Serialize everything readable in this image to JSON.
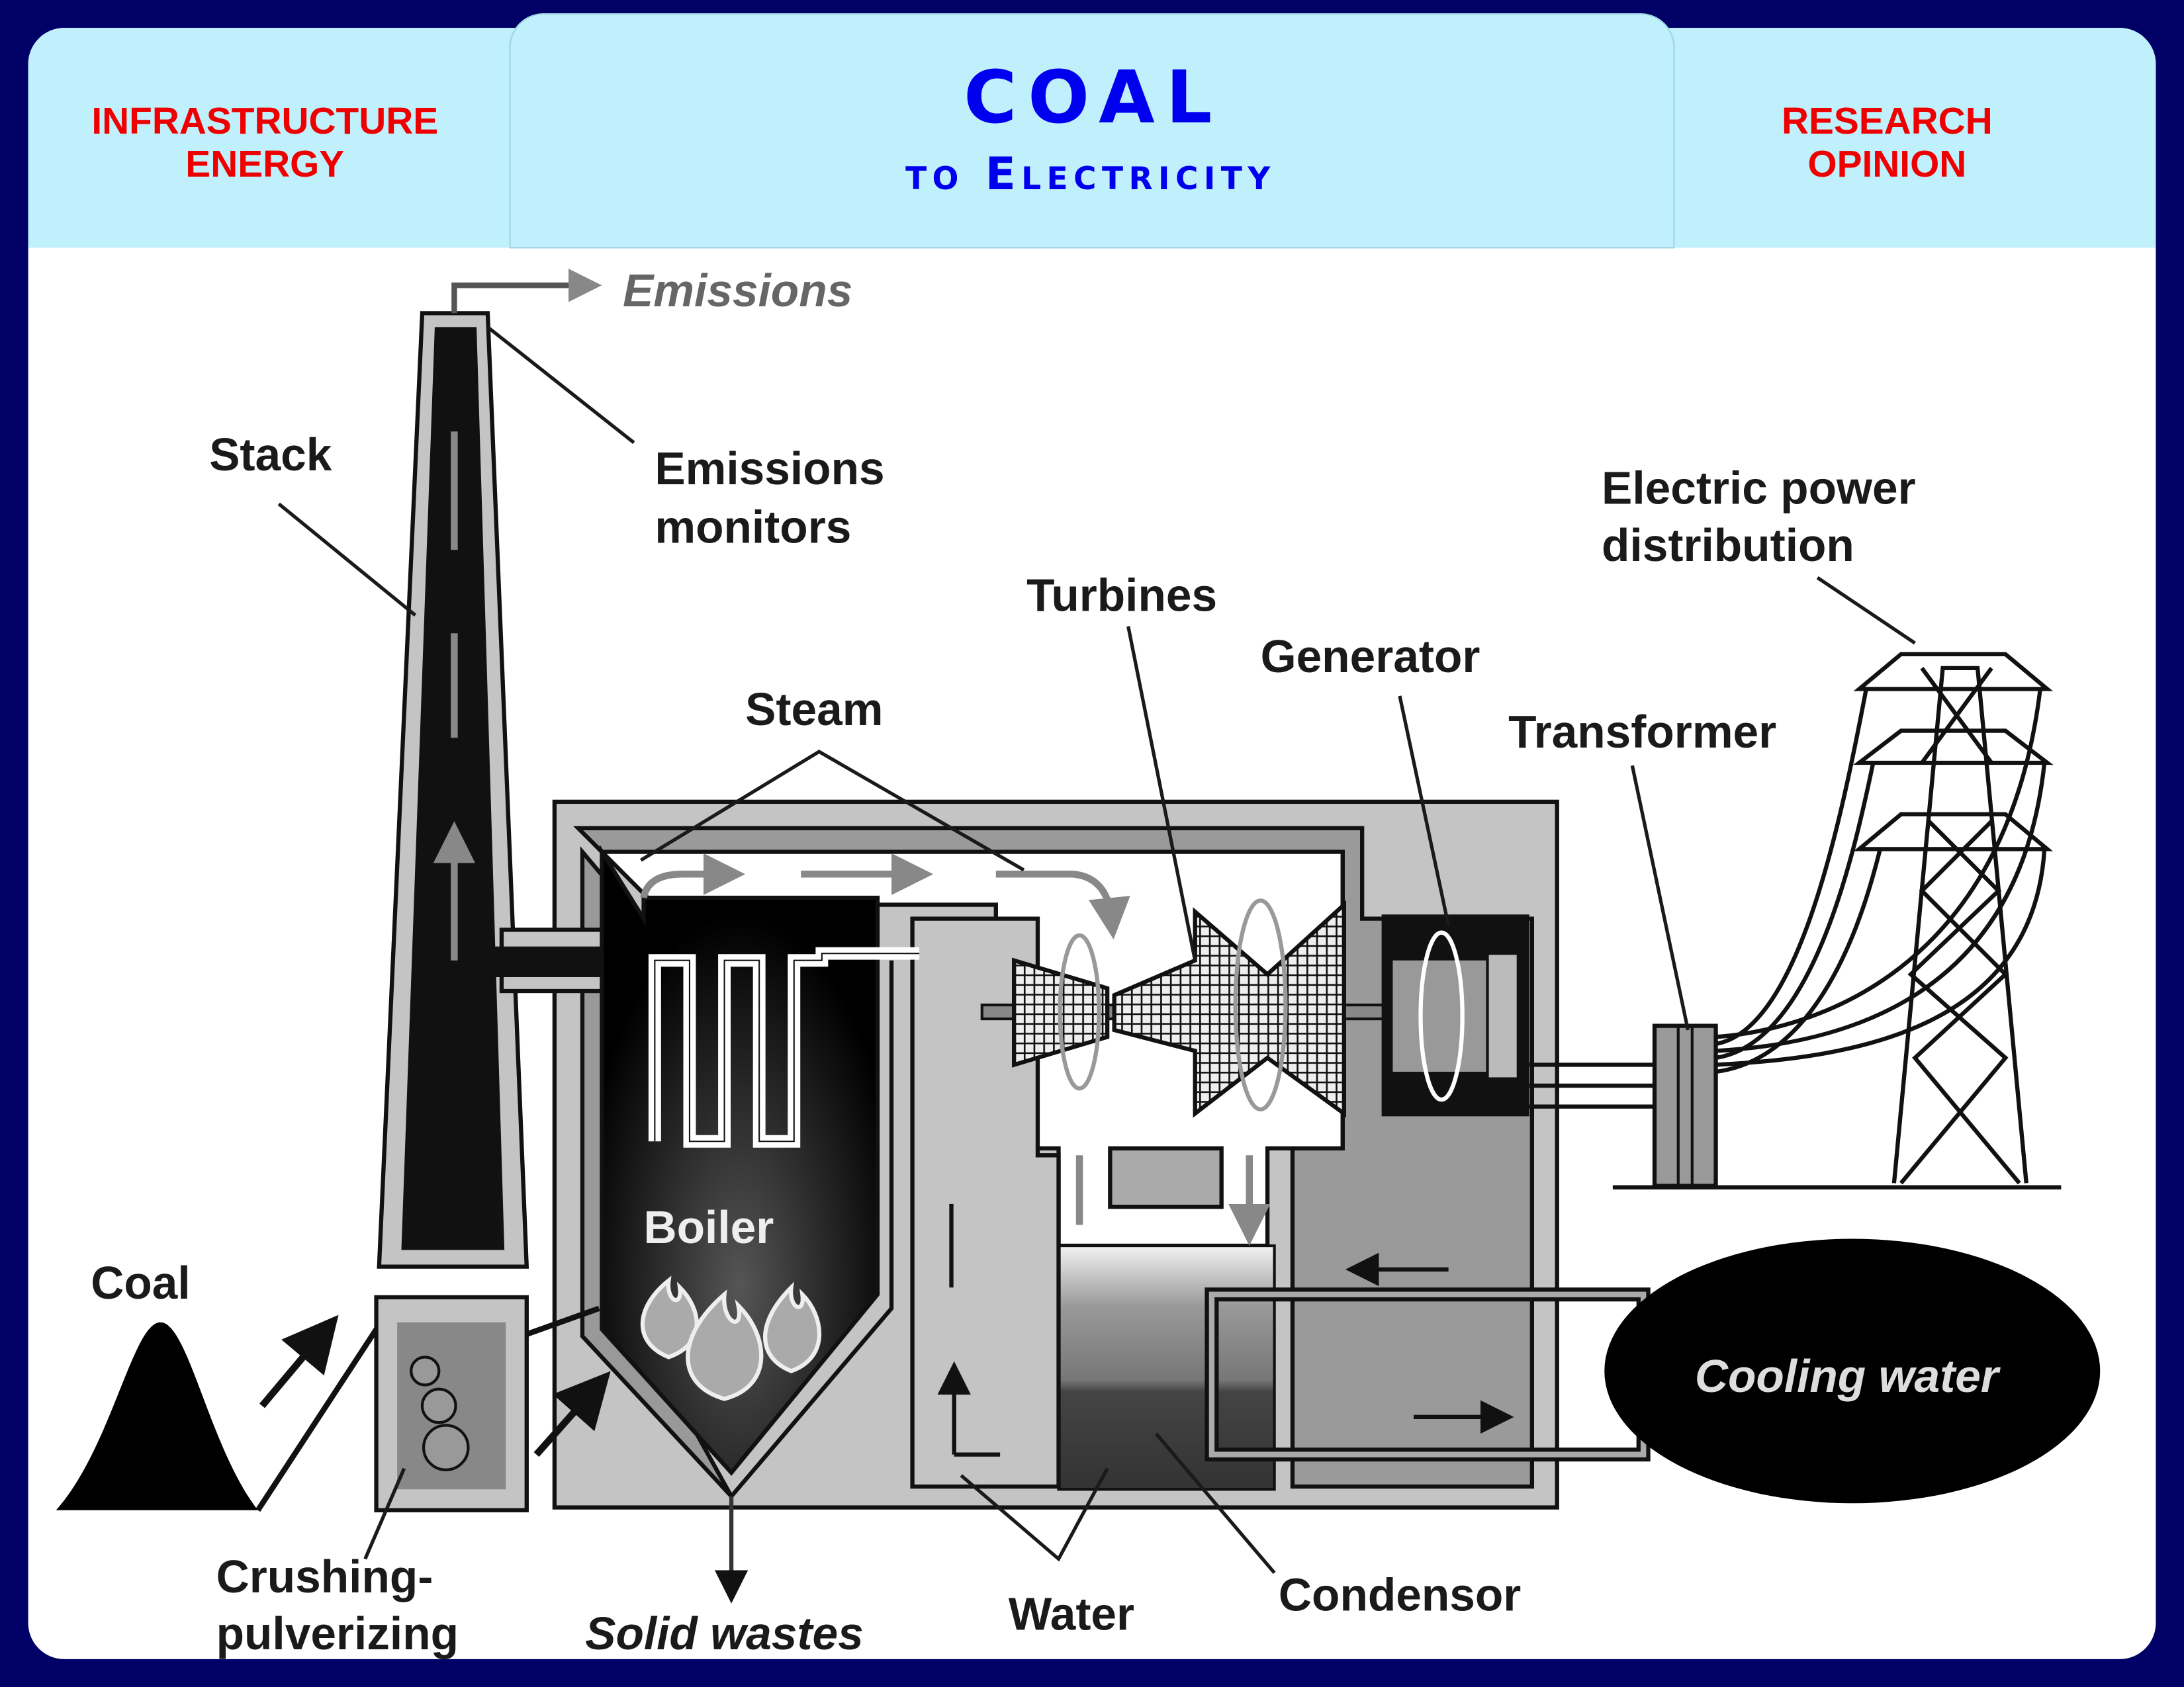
{
  "header": {
    "left": [
      "INFRASTRUCTURE",
      "ENERGY"
    ],
    "title": "COAL",
    "subtitle": "to Electricity",
    "right": [
      "RESEARCH",
      "OPINION"
    ]
  },
  "labels": {
    "emissions": "Emissions",
    "stack": "Stack",
    "emissions_monitors": [
      "Emissions",
      "monitors"
    ],
    "electric_power": [
      "Electric power",
      "distribution"
    ],
    "turbines": "Turbines",
    "generator": "Generator",
    "steam": "Steam",
    "transformer": "Transformer",
    "boiler": "Boiler",
    "coal": "Coal",
    "cooling_water": "Cooling water",
    "crushing": [
      "Crushing-",
      "pulverizing"
    ],
    "solid_wastes": "Solid wastes",
    "water": "Water",
    "condensor": "Condensor"
  },
  "colors": {
    "background": "#000066",
    "header_band": "#c0f0fc",
    "header_side_text": "#ee0000",
    "header_title_text": "#0000ee"
  }
}
